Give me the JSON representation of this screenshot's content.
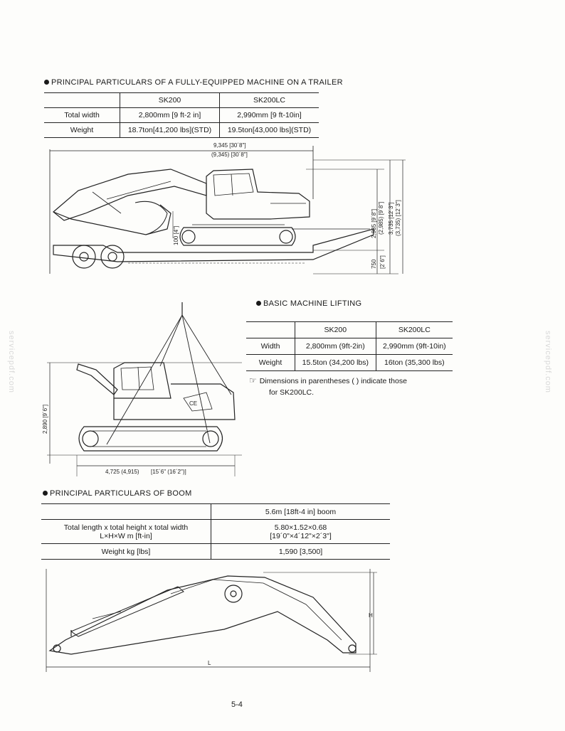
{
  "section1": {
    "heading": "PRINCIPAL PARTICULARS OF A FULLY-EQUIPPED MACHINE ON A TRAILER",
    "columns": [
      "",
      "SK200",
      "SK200LC"
    ],
    "rows": [
      [
        "Total width",
        "2,800mm [9 ft-2 in]",
        "2,990mm [9 ft-10in]"
      ],
      [
        "Weight",
        "18.7ton[41,200 lbs](STD)",
        "19.5ton[43,000 lbs](STD)"
      ]
    ],
    "dims": {
      "length": "9,345 [30´8\"]",
      "length_lc": "(9,345) [30´8\"]",
      "h1": "2,985 [9´8\"]",
      "h1_lc": "(2,985) [9´8\"]",
      "h2": "3,735 [12´3\"]",
      "h2_lc": "(3,735) [12´3\"]",
      "bucket": "100 [4\"]",
      "trailer": "750",
      "trailer_ft": "[2´6\"]"
    }
  },
  "section2": {
    "heading": "BASIC MACHINE LIFTING",
    "columns": [
      "",
      "SK200",
      "SK200LC"
    ],
    "rows": [
      [
        "Width",
        "2,800mm (9ft-2in)",
        "2,990mm (9ft-10in)"
      ],
      [
        "Weight",
        "15.5ton (34,200 lbs)",
        "16ton (35,300 lbs)"
      ]
    ],
    "note_line1": "Dimensions in parentheses (   ) indicate those",
    "note_line2": "for SK200LC.",
    "dims": {
      "height": "2,890 [9´6\"]",
      "length": "4,725 (4,915)",
      "length_ft": "[15´6\" (16´2\")]",
      "mark": "CE"
    }
  },
  "section3": {
    "heading": "PRINCIPAL PARTICULARS OF BOOM",
    "header": "5.6m [18ft-4 in] boom",
    "row1_label_a": "Total length x total height x total width",
    "row1_label_b": "L×H×W   m [ft-in]",
    "row1_value_a": "5.80×1.52×0.68",
    "row1_value_b": "[19´0\"×4´12\"×2´3\"]",
    "row2_label": "Weight   kg [lbs]",
    "row2_value": "1,590 [3,500]",
    "dims": {
      "h": "H",
      "l": "L"
    }
  },
  "page_number": "5-4",
  "watermark": "servicepdf.com"
}
